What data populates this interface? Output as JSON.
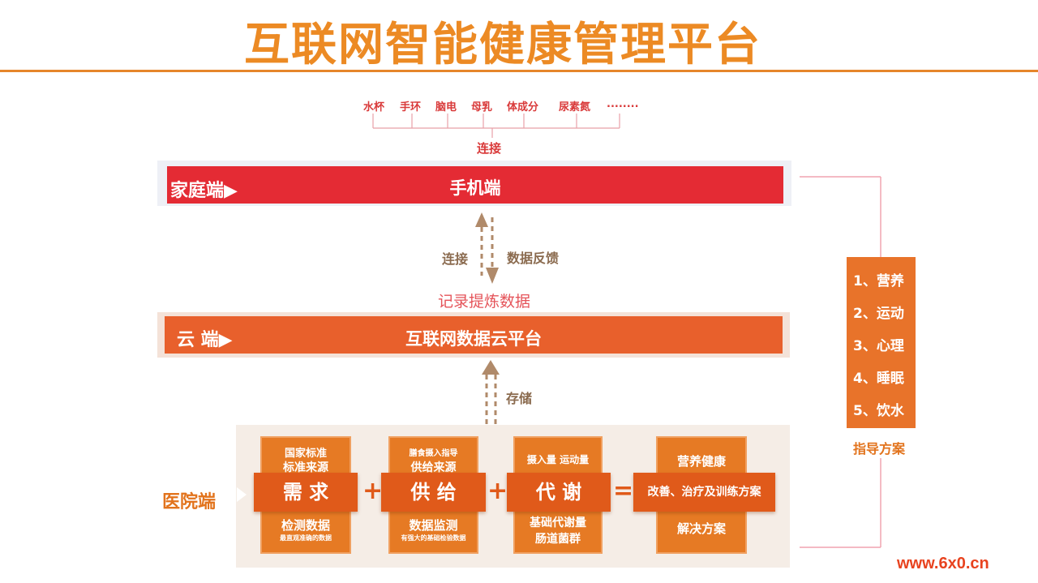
{
  "title": "互联网智能健康管理平台",
  "devices": [
    "水杯",
    "手环",
    "脑电",
    "母乳",
    "体成分",
    "尿素氮",
    "........"
  ],
  "device_connect_label": "连接",
  "home": {
    "side_label": "家庭端▶",
    "center_label": "手机端"
  },
  "flow_up_label": "连接",
  "flow_down_label": "数据反馈",
  "record_label": "记录提炼数据",
  "cloud": {
    "side_label": "云  端▶",
    "center_label": "互联网数据云平台"
  },
  "storage_label": "存储",
  "hospital": {
    "label": "医院端",
    "boxes": [
      {
        "top_line1": "国家标准",
        "top_line2": "标准来源",
        "main": "需  求",
        "bottom_line1": "检测数据",
        "bottom_line2": "最直观准确的数据"
      },
      {
        "top_line1": "膳食摄入指导",
        "top_line2": "供给来源",
        "main": "供  给",
        "bottom_line1": "数据监测",
        "bottom_line2": "有强大的基础检验数据"
      },
      {
        "top_line1": "摄入量 运动量",
        "top_line2": "",
        "main": "代  谢",
        "bottom_line1": "基础代谢量",
        "bottom_line2": "肠道菌群"
      },
      {
        "top_line1": "营养健康",
        "top_line2": "",
        "main": "改善、治疗及训练方案",
        "bottom_line1": "解决方案",
        "bottom_line2": ""
      }
    ],
    "operators": [
      "+",
      "+",
      "="
    ]
  },
  "guidance": {
    "items": [
      "1、营养",
      "2、运动",
      "3、心理",
      "4、睡眠",
      "5、饮水"
    ],
    "label": "指导方案"
  },
  "watermark": "www.6x0.cn",
  "colors": {
    "title": "#ec8a24",
    "home_bar": "#e42b34",
    "cloud_bar": "#e8602c",
    "hospital_box": "#e67a24",
    "guide_box": "#e8732a",
    "connector": "#f1a4b0",
    "arrow": "#b08a6a"
  }
}
